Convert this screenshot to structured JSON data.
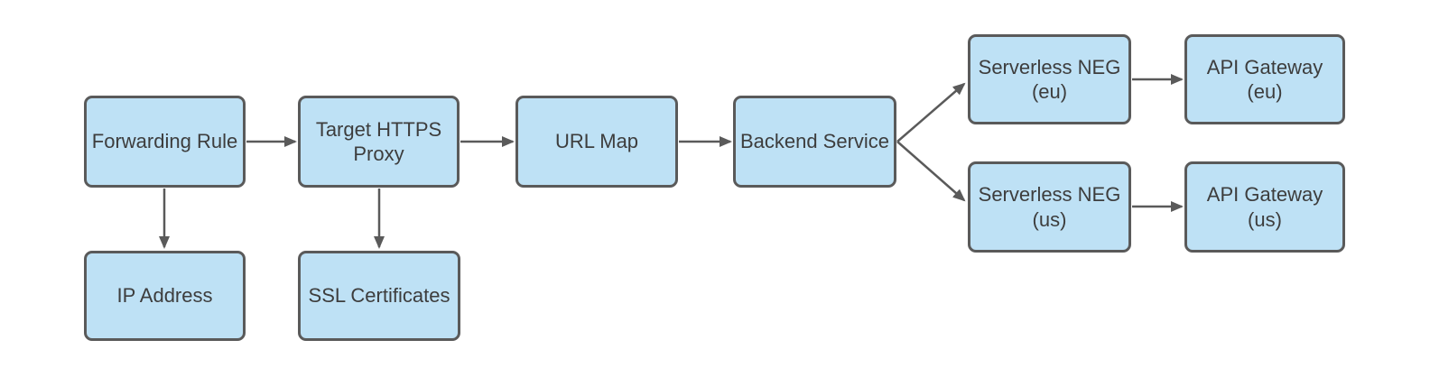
{
  "diagram": {
    "title": "HTTPS load balancer with Serverless NEG backends to API Gateway (flow diagram)",
    "colors": {
      "background": "#ffffff",
      "node_fill": "#bee1f5",
      "node_border": "#5a5a5a",
      "arrow": "#5a5a5a",
      "text": "#3d3d3d"
    },
    "nodes": [
      {
        "id": "forwarding-rule",
        "label": "Forwarding Rule"
      },
      {
        "id": "target-https-proxy",
        "label": "Target HTTPS\nProxy"
      },
      {
        "id": "url-map",
        "label": "URL Map"
      },
      {
        "id": "backend-service",
        "label": "Backend Service"
      },
      {
        "id": "serverless-neg-eu",
        "label": "Serverless NEG\n(eu)"
      },
      {
        "id": "api-gateway-eu",
        "label": "API Gateway\n(eu)"
      },
      {
        "id": "serverless-neg-us",
        "label": "Serverless NEG\n(us)"
      },
      {
        "id": "api-gateway-us",
        "label": "API Gateway\n(us)"
      },
      {
        "id": "ip-address",
        "label": "IP Address"
      },
      {
        "id": "ssl-certificates",
        "label": "SSL Certificates"
      }
    ],
    "edges": [
      {
        "from": "forwarding-rule",
        "to": "target-https-proxy"
      },
      {
        "from": "target-https-proxy",
        "to": "url-map"
      },
      {
        "from": "url-map",
        "to": "backend-service"
      },
      {
        "from": "backend-service",
        "to": "serverless-neg-eu"
      },
      {
        "from": "backend-service",
        "to": "serverless-neg-us"
      },
      {
        "from": "serverless-neg-eu",
        "to": "api-gateway-eu"
      },
      {
        "from": "serverless-neg-us",
        "to": "api-gateway-us"
      },
      {
        "from": "forwarding-rule",
        "to": "ip-address"
      },
      {
        "from": "target-https-proxy",
        "to": "ssl-certificates"
      }
    ]
  }
}
